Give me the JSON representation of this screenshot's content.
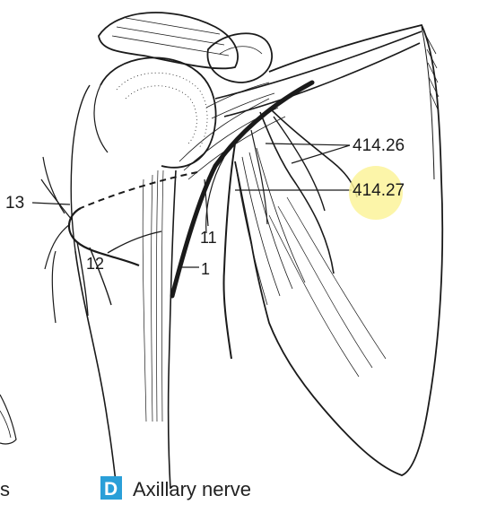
{
  "labels": {
    "label_13": "13",
    "label_11": "11",
    "label_12": "12",
    "label_1": "1",
    "label_414_26": "414.26",
    "label_414_27": "414.27"
  },
  "caption": {
    "badge_letter": "D",
    "title": "Axillary nerve",
    "left_fragment": "s"
  },
  "colors": {
    "badge_blue": "#2a9fd8",
    "highlight_yellow": "#fbf39a"
  }
}
